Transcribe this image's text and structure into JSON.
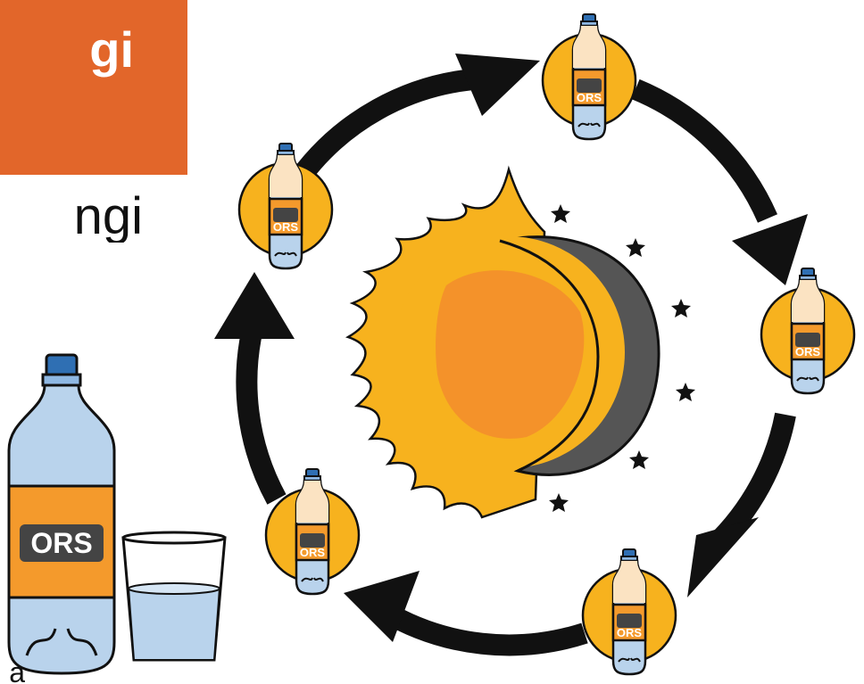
{
  "header": {
    "title_fragment": "gi"
  },
  "body": {
    "text_fragment": "ngi",
    "bottom_fragment": "a"
  },
  "labels": {
    "ors": "ORS"
  },
  "colors": {
    "header_bg": "#e2662a",
    "sun": "#f7b21e",
    "sun_core": "#f4922a",
    "moon": "#555555",
    "bottle_water": "#b9d3ec",
    "bottle_label": "#f49a2c",
    "bottle_cap": "#2f6fb3",
    "arrow": "#111111",
    "badge": "#f7b21e"
  },
  "icons": [
    "eclipse-icon",
    "ors-bottle-icon",
    "water-glass-icon",
    "cycle-arrow-icon",
    "star-icon"
  ]
}
